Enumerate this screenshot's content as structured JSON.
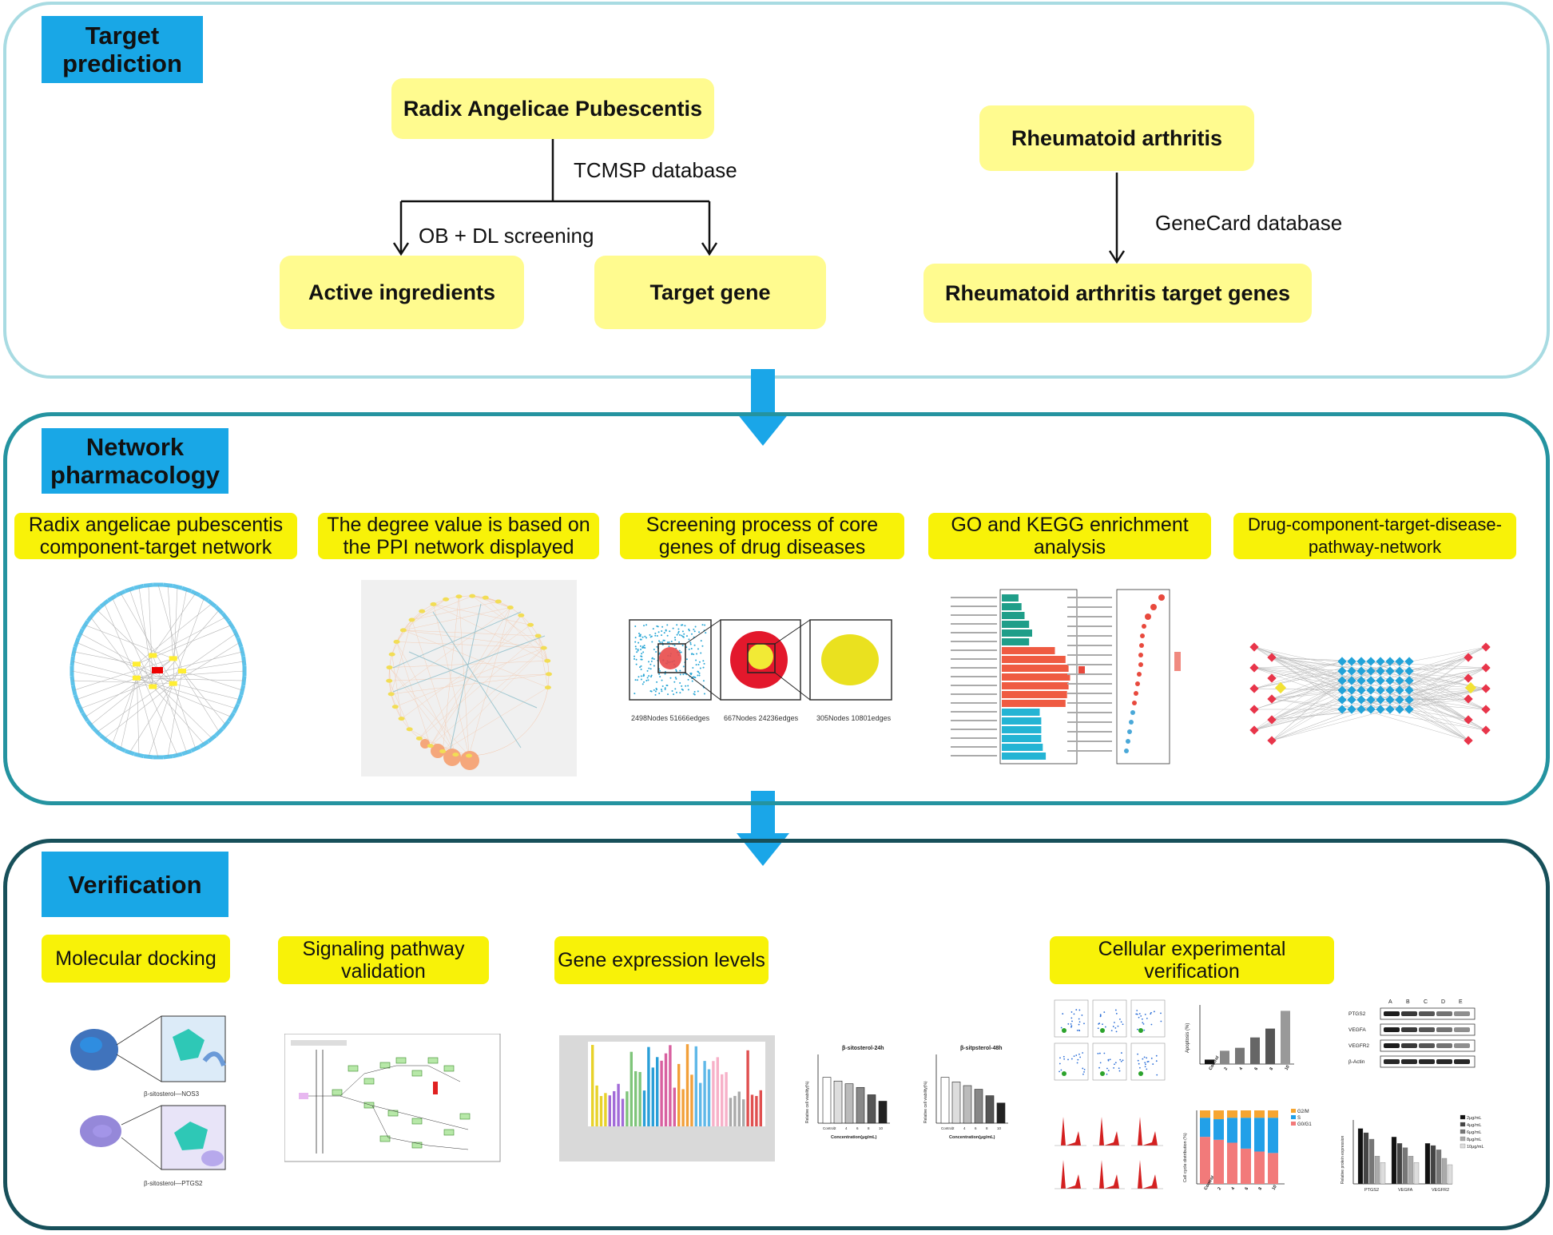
{
  "target": {
    "tag": "Target prediction",
    "radix": "Radix Angelicae Pubescentis",
    "tcmsp": "TCMSP database",
    "screening": "OB + DL screening",
    "active": "Active ingredients",
    "target_gene": "Target gene",
    "ra": "Rheumatoid arthritis",
    "genecard": "GeneCard database",
    "ra_targets": "Rheumatoid arthritis target genes"
  },
  "network": {
    "tag": "Network pharmacology",
    "labels": [
      "Radix angelicae pubescentis component-target network",
      "The degree value is based on the PPI network displayed",
      "Screening process of core genes of drug diseases",
      "GO and KEGG enrichment analysis",
      "Drug-component-target-disease-pathway-network"
    ],
    "screen_captions": [
      "2498Nodes 51666edges",
      "667Nodes 24236edges",
      "305Nodes 10801edges"
    ]
  },
  "verification": {
    "tag": "Verification",
    "labels": [
      "Molecular docking",
      "Signaling pathway validation",
      "Gene expression levels",
      "Cellular experimental verification"
    ],
    "docking_captions": [
      "β-sitosterol—NOS3",
      "β-sitosterol—PTGS2"
    ],
    "viability_titles": [
      "β-sitosterol-24h",
      "β-sitpsterol-48h"
    ],
    "viability_ylabel": "Relative cell viability(%)",
    "viability_xlabel": "Concentration(μg/mL)",
    "viability_ticks": [
      "Control",
      "2",
      "4",
      "6",
      "8",
      "10"
    ],
    "apoptosis_ylabel": "Apoptosis (%)",
    "cellcycle_ylabel": "Cell cycle distribution (%)",
    "cellcycle_legend": [
      "G2/M",
      "S",
      "G0/G1"
    ],
    "wb_lanes": [
      "A",
      "B",
      "C",
      "D",
      "E"
    ],
    "wb_rows": [
      "PTGS2",
      "VEGFA",
      "VEGFR2",
      "β-Actin"
    ],
    "protein_ylabel": "Relative protein expression",
    "protein_groups": [
      "PTGS2",
      "VEGFA",
      "VEGFR2"
    ],
    "protein_legend": [
      "2μg/mL",
      "4μg/mL",
      "6μg/mL",
      "8μg/mL",
      "10μg/mL"
    ]
  },
  "colors": {
    "tag_blue": "#19a7e6",
    "box_yellow": "#fffb8f",
    "label_yellow": "#f8f208",
    "arrow_blue": "#1aa6e8"
  }
}
